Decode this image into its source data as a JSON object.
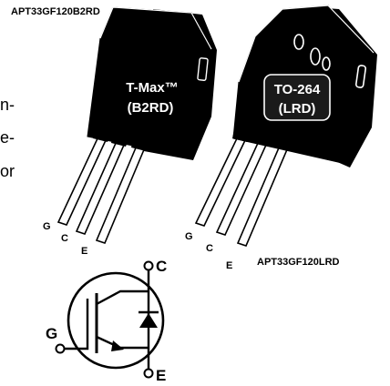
{
  "part_numbers": {
    "top_left": "APT33GF120B2RD",
    "bottom_right": "APT33GF120LRD"
  },
  "package_left": {
    "name_line1": "T-Max™",
    "name_line2": "(B2RD)",
    "pins": [
      "G",
      "C",
      "E"
    ]
  },
  "package_right": {
    "name_line1": "TO-264",
    "name_line2": "(LRD)",
    "pins": [
      "G",
      "C",
      "E"
    ]
  },
  "symbol": {
    "collector": "C",
    "gate": "G",
    "emitter": "E"
  },
  "cropped_text": {
    "line1": "n-",
    "line2": "e-",
    "line3": "or"
  }
}
